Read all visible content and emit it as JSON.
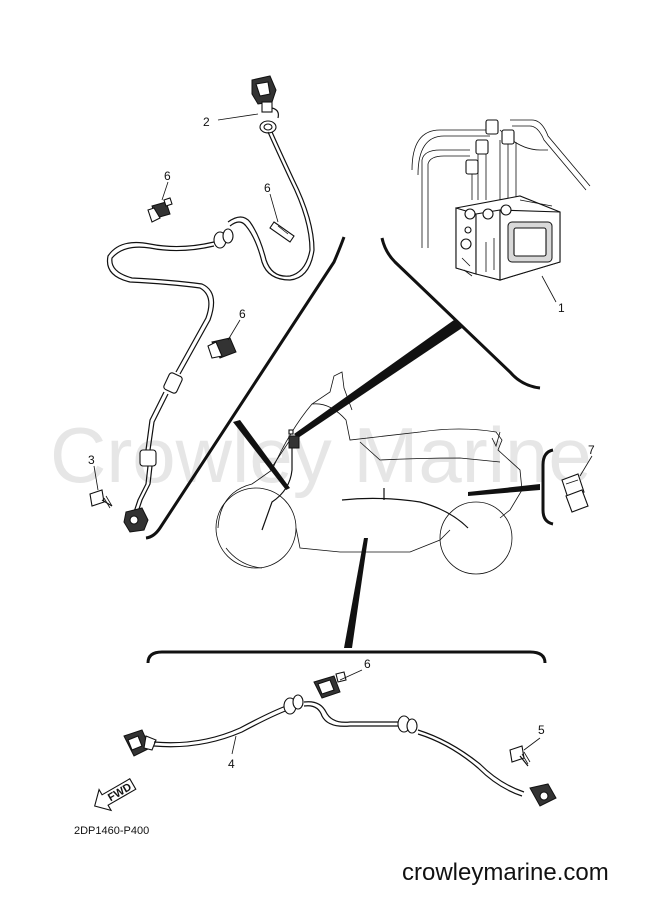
{
  "diagram": {
    "watermark": "Crowley Marine",
    "part_code": "2DP1460-P400",
    "website": "crowleymarine.com",
    "direction_marker": "FWD",
    "callouts": {
      "c1": "1",
      "c2": "2",
      "c3": "3",
      "c4": "4",
      "c5": "5",
      "c6a": "6",
      "c6b": "6",
      "c6c": "6",
      "c6d": "6",
      "c7": "7"
    }
  }
}
